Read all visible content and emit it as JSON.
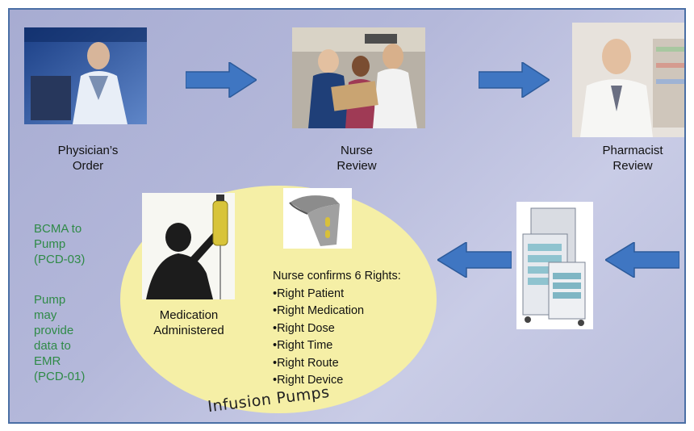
{
  "steps": {
    "physician": {
      "line1": "Physician’s",
      "line2": "Order"
    },
    "nurse": {
      "line1": "Nurse",
      "line2": "Review"
    },
    "pharmacist": {
      "line1": "Pharmacist",
      "line2": "Review"
    },
    "administered": {
      "line1": "Medication",
      "line2": "Administered"
    }
  },
  "rights": {
    "heading": "Nurse confirms 6 Rights:",
    "items": [
      "•Right Patient",
      "•Right Medication",
      "•Right Dose",
      "•Right Time",
      "•Right Route",
      "•Right Device"
    ]
  },
  "notes": {
    "bcma": "BCMA to\nPump\n(PCD-03)",
    "pump": "Pump\nmay\nprovide\ndata to\nEMR\n(PCD-01)"
  },
  "ellipse_label": "Infusion Pumps",
  "colors": {
    "arrow": "#3f76c2",
    "ellipse": "#f5efa6",
    "green_text": "#2f8a47",
    "border": "#4a6fa5"
  },
  "icons": [
    "physician-photo",
    "nurse-review-photo",
    "pharmacist-photo",
    "barcode-scanner-photo",
    "medication-cart-photo",
    "iv-bag-photo"
  ]
}
